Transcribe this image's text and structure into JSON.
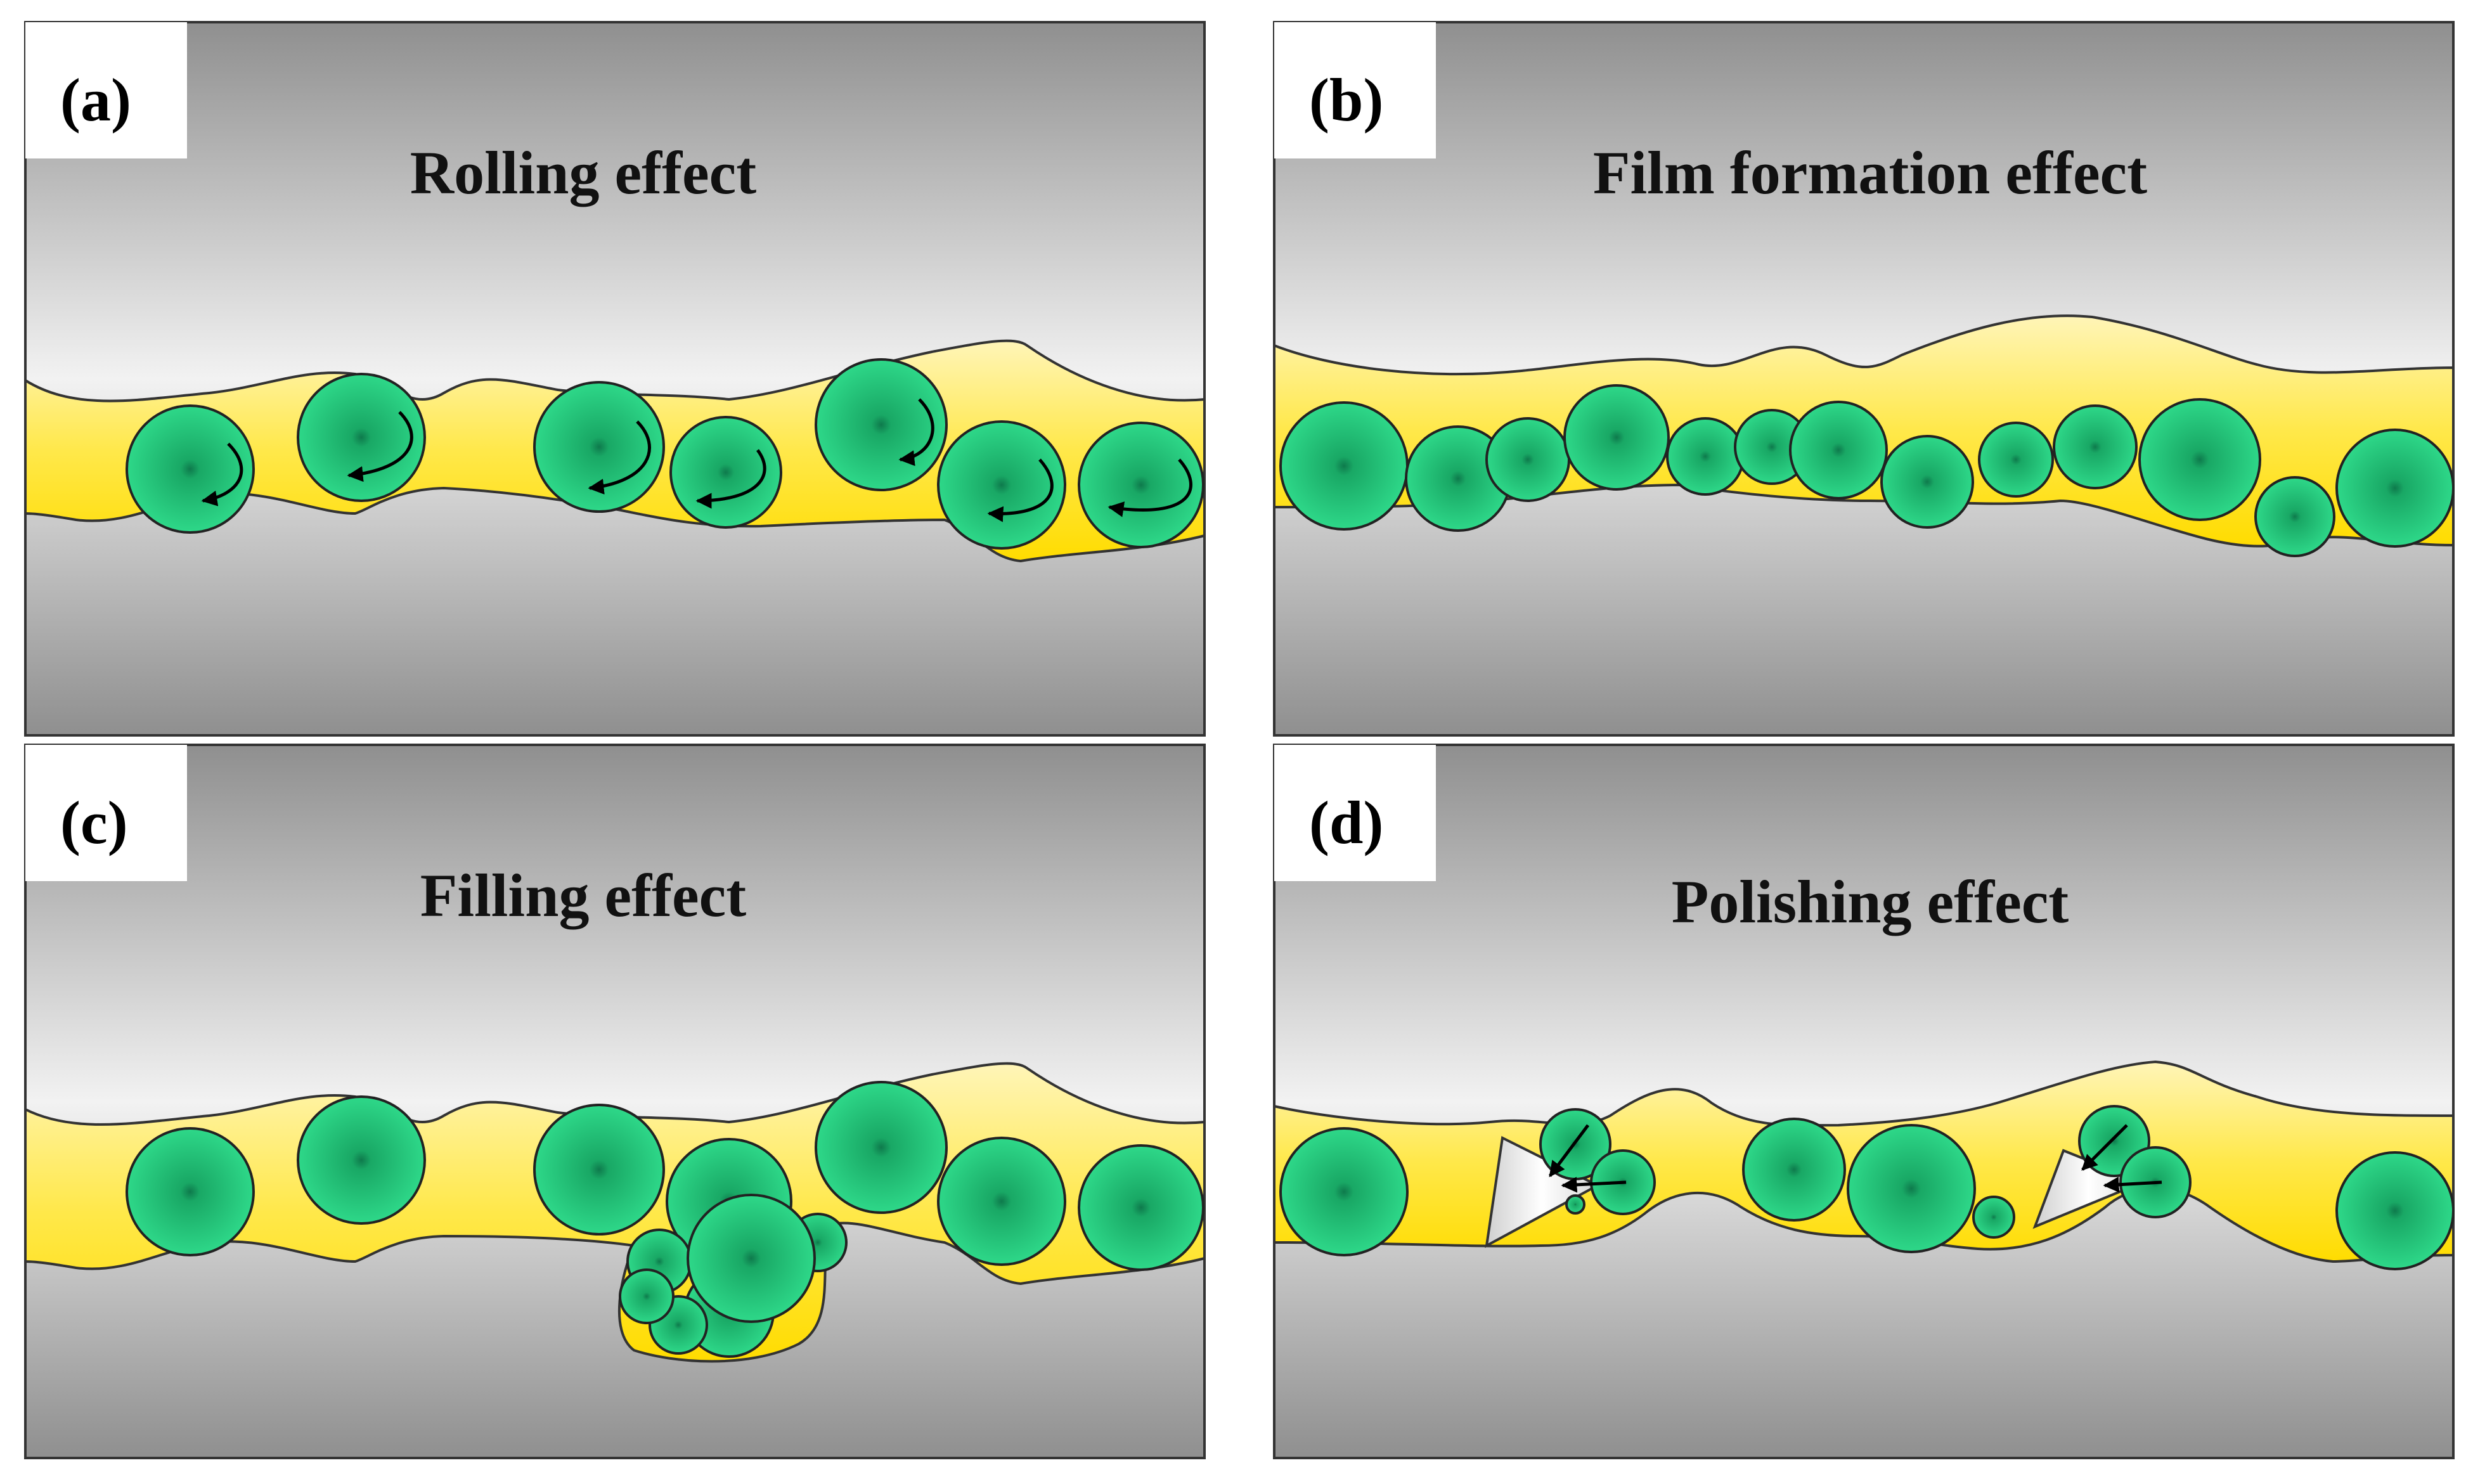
{
  "panels": {
    "a": {
      "label": "(a)",
      "title": "Rolling effect"
    },
    "b": {
      "label": "(b)",
      "title": "Film formation effect"
    },
    "c": {
      "label": "(c)",
      "title": "Filling effect"
    },
    "d": {
      "label": "(d)",
      "title": "Polishing effect"
    }
  },
  "colors": {
    "particle": "#14a46a",
    "particle_center": "#2ed889",
    "lubricant": "#ffe100",
    "lubricant_light": "#fff2a8",
    "metal_dark": "#8a8a8a",
    "metal_light": "#f4f4f4"
  }
}
